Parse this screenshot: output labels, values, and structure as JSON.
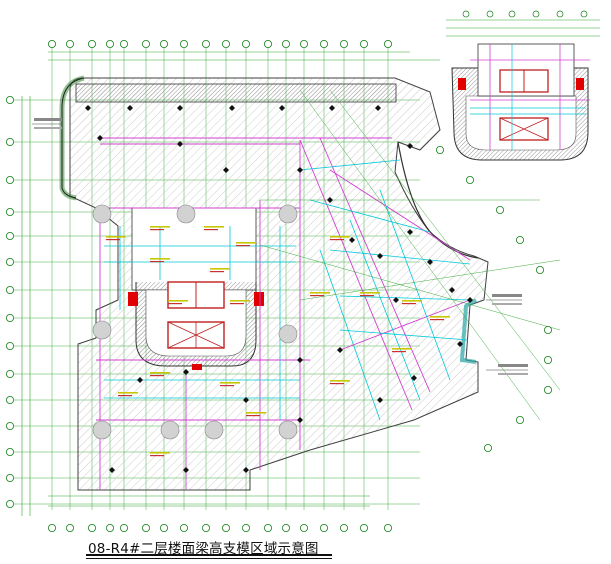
{
  "caption": "08-R4#二层楼面梁高支模区域示意图",
  "colors": {
    "grid": "#2aa52a",
    "gridBubble": "#17801a",
    "slab": "#9a9a9a",
    "beam": "#d040d0",
    "shoring": "#00c8d8",
    "label": "#d8d800",
    "highlight": "#e00000",
    "column": "#c8c8c8",
    "wall": "#4a4a4a"
  },
  "icons": [
    "axis-bubble",
    "column-circle",
    "core-box-x"
  ]
}
